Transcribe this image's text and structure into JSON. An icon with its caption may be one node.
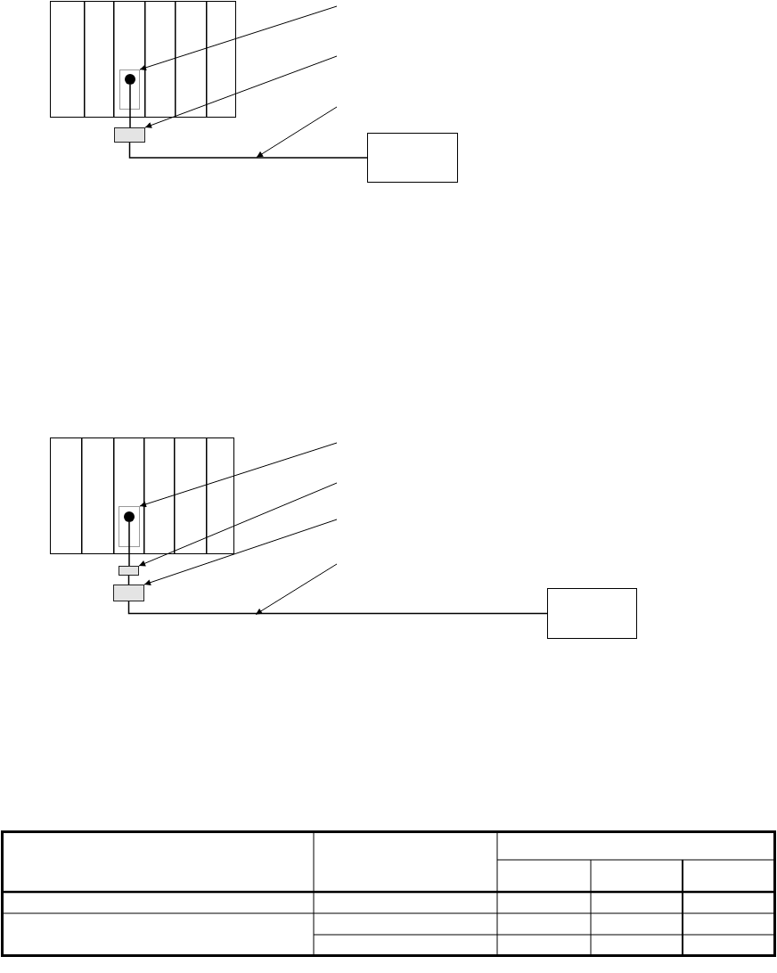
{
  "diagram": {
    "nodes": [
      {
        "text": [],
        "shape": "box"
      },
      {
        "text": [],
        "shape": "box",
        "in": 0
      },
      {
        "text": [],
        "shape": "circle",
        "in": 1
      },
      {
        "text": [],
        "shape": "box"
      },
      {
        "text": [],
        "shape": "box"
      },
      {
        "text": [],
        "shape": "box"
      },
      {
        "text": [],
        "shape": "box",
        "in": 5
      },
      {
        "text": [],
        "shape": "circle",
        "in": 6
      },
      {
        "text": [],
        "shape": "box"
      },
      {
        "text": [],
        "shape": "box"
      },
      {
        "text": [],
        "shape": "box"
      }
    ],
    "edges": [
      {
        "from": null,
        "to": 1,
        "arrow": "to"
      },
      {
        "from": null,
        "to": 3,
        "arrow": "to"
      },
      {
        "from": 2,
        "to": 3,
        "arrow": "none"
      },
      {
        "from": 3,
        "to": 4,
        "arrow": "none"
      },
      {
        "from": null,
        "to": 6,
        "arrow": "to"
      },
      {
        "from": null,
        "to": 8,
        "arrow": "to"
      },
      {
        "from": null,
        "to": 9,
        "arrow": "to"
      },
      {
        "from": 7,
        "to": 8,
        "arrow": "none"
      },
      {
        "from": 8,
        "to": 9,
        "arrow": "none"
      },
      {
        "from": 9,
        "to": 10,
        "arrow": "none"
      }
    ]
  }
}
